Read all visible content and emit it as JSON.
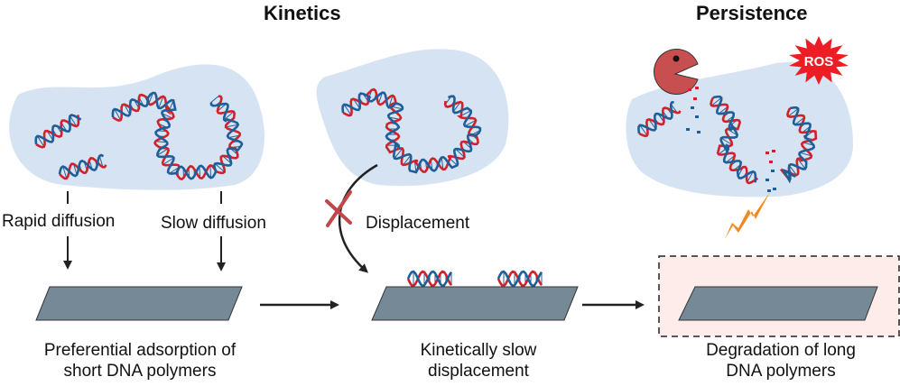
{
  "headers": {
    "kinetics": "Kinetics",
    "persistence": "Persistence"
  },
  "labels": {
    "rapid_diffusion": "Rapid diffusion",
    "slow_diffusion": "Slow diffusion",
    "displacement": "Displacement",
    "ros": "ROS"
  },
  "captions": {
    "panel1": [
      "Preferential adsorption of",
      "short DNA polymers"
    ],
    "panel2": [
      "Kinetically slow",
      "displacement"
    ],
    "panel3": [
      "Degradation of long",
      "DNA polymers"
    ]
  },
  "colors": {
    "blob": "#d6e3f3",
    "surface": "#758a96",
    "dna_red": "#d1222b",
    "dna_blue": "#1f5f99",
    "arrow": "#222222",
    "cross": "#c0464a",
    "pacman": "#c84f50",
    "ros": "#ee1c24",
    "lightning": "#f08a1c",
    "highlight_box": "#fdecea"
  }
}
